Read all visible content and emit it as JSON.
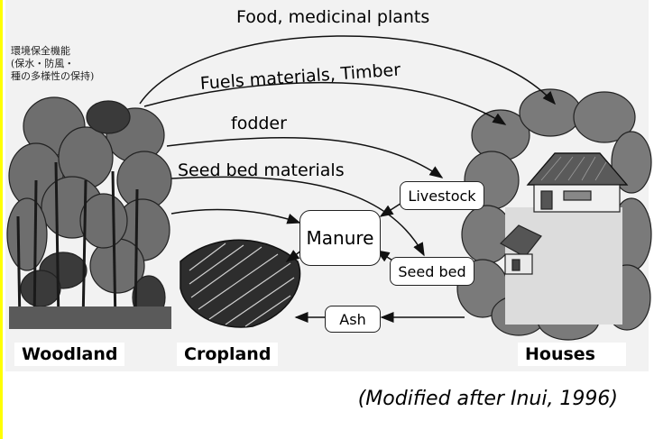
{
  "flows": {
    "food": "Food, medicinal plants",
    "fuels": "Fuels materials, Timber",
    "fodder": "fodder",
    "seed_bed_materials": "Seed bed materials"
  },
  "boxes": {
    "livestock": "Livestock",
    "manure": "Manure",
    "seed_bed": "Seed bed",
    "ash": "Ash"
  },
  "places": {
    "woodland": "Woodland",
    "cropland": "Cropland",
    "houses": "Houses"
  },
  "japanese_note": "環境保全機能\n(保水・防風・\n種の多様性の保持)",
  "caption": "(Modified after Inui, 1996)"
}
